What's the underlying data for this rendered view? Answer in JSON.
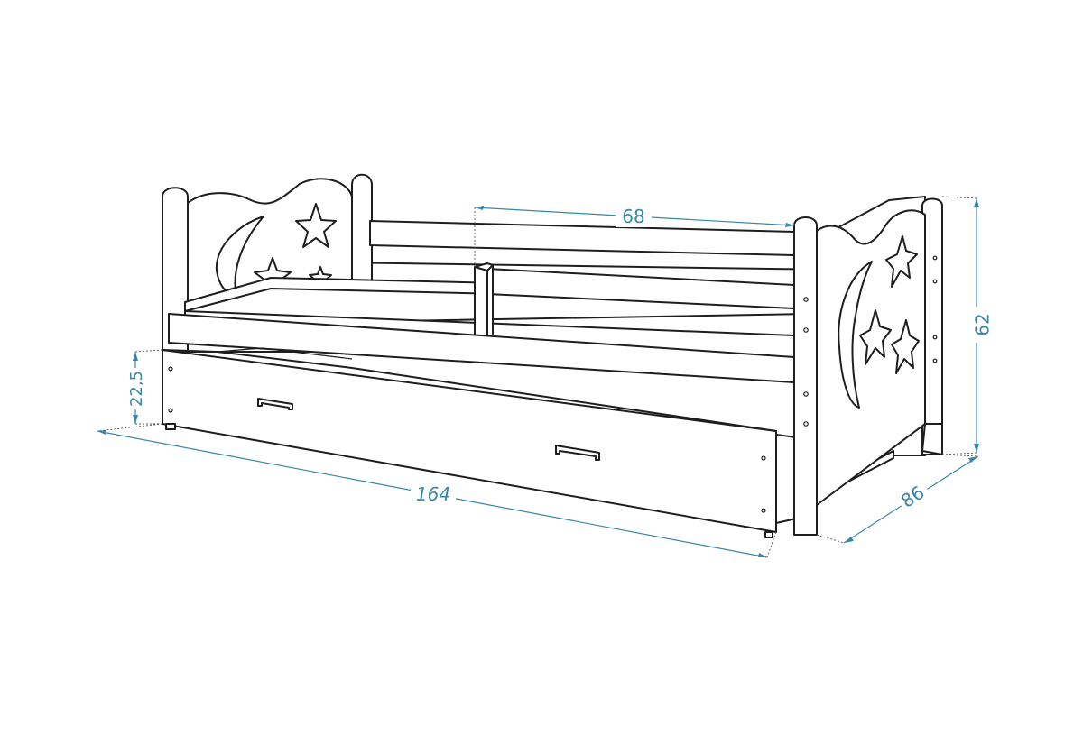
{
  "dimensions": {
    "length": "164",
    "width": "86",
    "height": "62",
    "drawer_height": "22,5",
    "rail_length": "68"
  },
  "colors": {
    "outline": "#1e1e1e",
    "dimension": "#3a86a6",
    "background": "#ffffff"
  }
}
